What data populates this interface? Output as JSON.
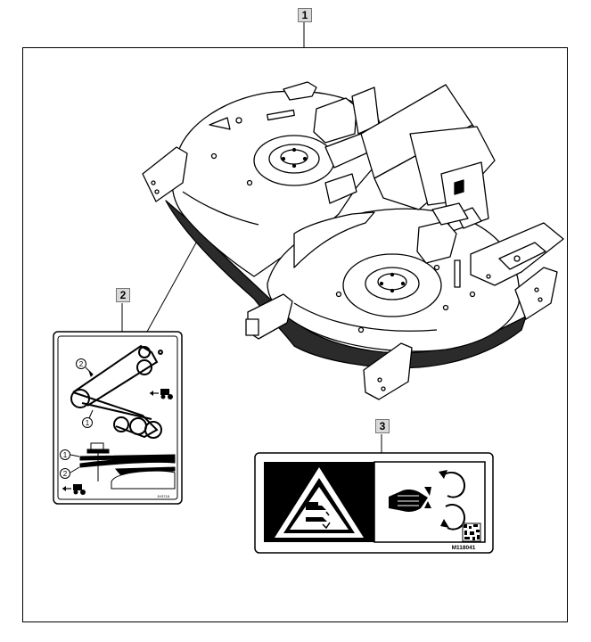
{
  "callouts": {
    "c1": "1",
    "c2": "2",
    "c3": "3"
  },
  "belt_label": {
    "steps": [
      "2",
      "1",
      "1",
      "2"
    ],
    "code": "JH3718"
  },
  "warning_label": {
    "part_number": "M118041"
  },
  "icons": [
    "mower-deck",
    "belt-routing-label",
    "hazard-triangle-icon",
    "hand-entanglement-icon",
    "rotation-arrows-icon",
    "qr-code-icon",
    "tractor-direction-icon"
  ]
}
